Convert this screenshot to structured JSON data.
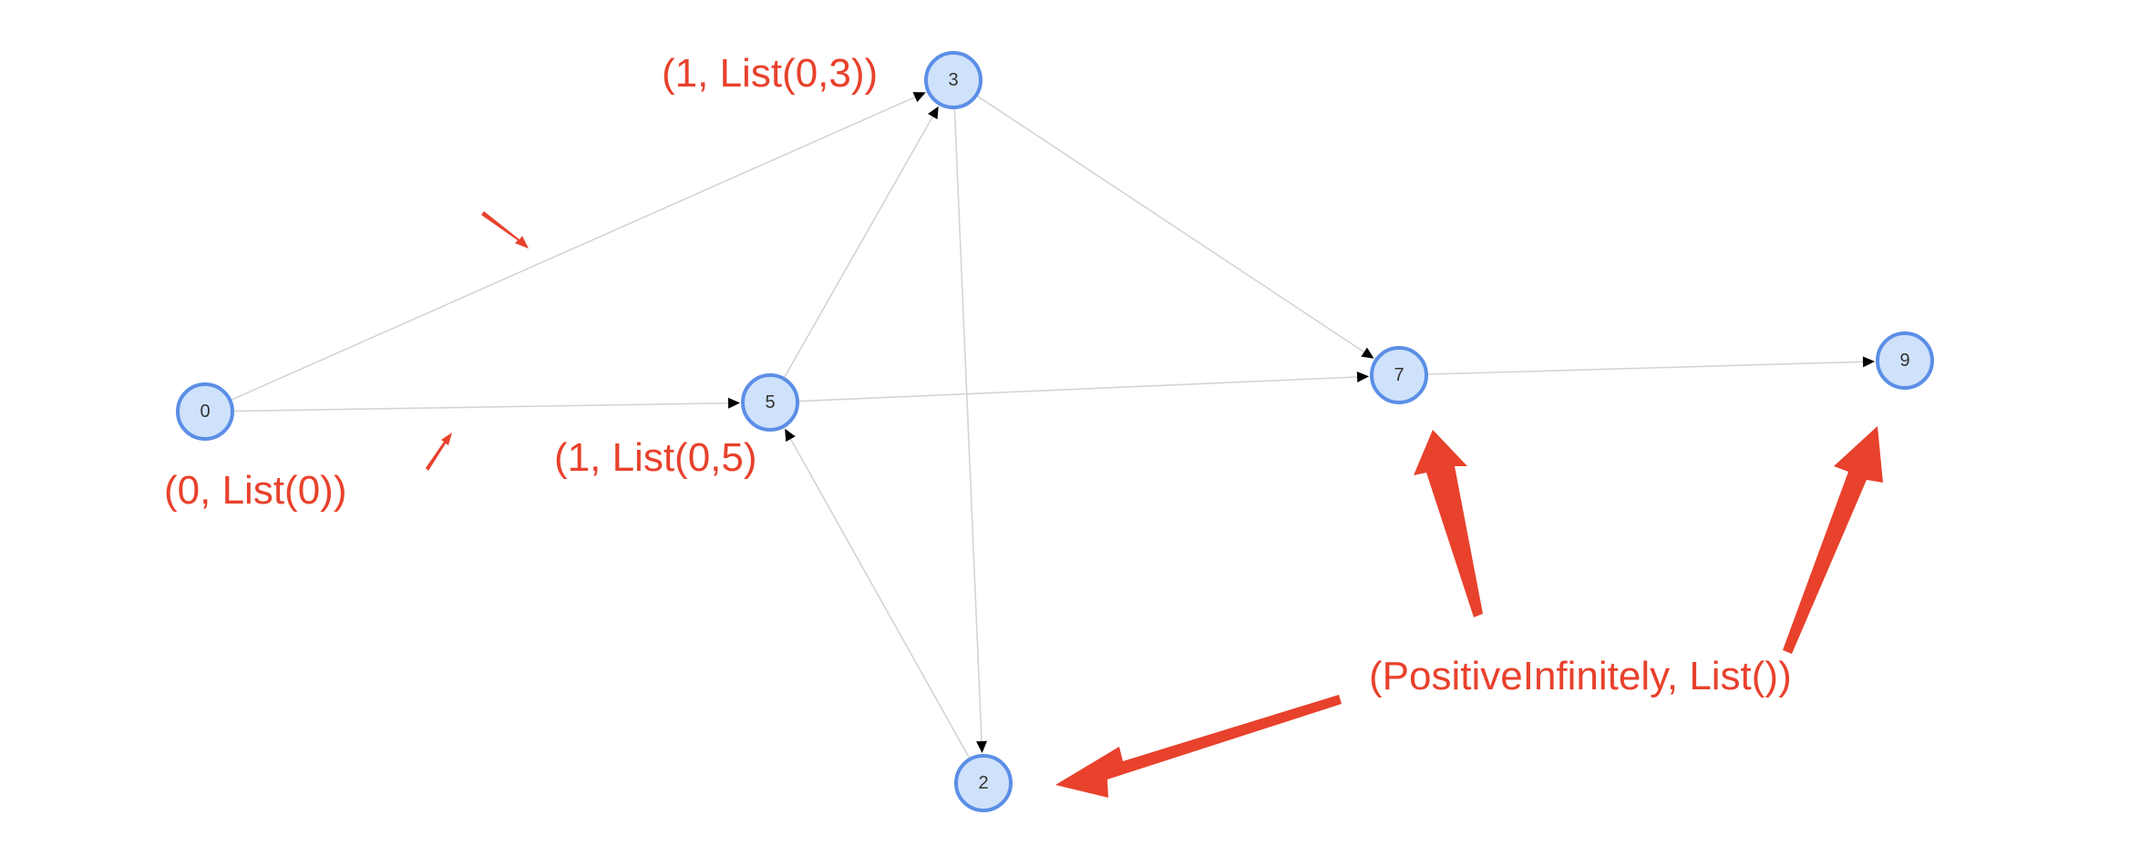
{
  "graph": {
    "nodes": [
      {
        "id": "0",
        "label": "0"
      },
      {
        "id": "3",
        "label": "3"
      },
      {
        "id": "5",
        "label": "5"
      },
      {
        "id": "7",
        "label": "7"
      },
      {
        "id": "9",
        "label": "9"
      },
      {
        "id": "2",
        "label": "2"
      }
    ],
    "edges": [
      {
        "from": "0",
        "to": "3"
      },
      {
        "from": "0",
        "to": "5"
      },
      {
        "from": "5",
        "to": "3"
      },
      {
        "from": "3",
        "to": "7"
      },
      {
        "from": "3",
        "to": "2"
      },
      {
        "from": "5",
        "to": "7"
      },
      {
        "from": "7",
        "to": "9"
      },
      {
        "from": "2",
        "to": "5"
      }
    ]
  },
  "annotations": {
    "node_0": "(0, List(0))",
    "node_3": "(1, List(0,3))",
    "node_5": "(1, List(0,5)",
    "unreached": "(PositiveInfinitely, List())"
  },
  "colors": {
    "annotation": "#e8412c",
    "node_fill": "#cfe2fb",
    "node_stroke": "#5b8ee6",
    "edge": "#d4d4d4"
  }
}
